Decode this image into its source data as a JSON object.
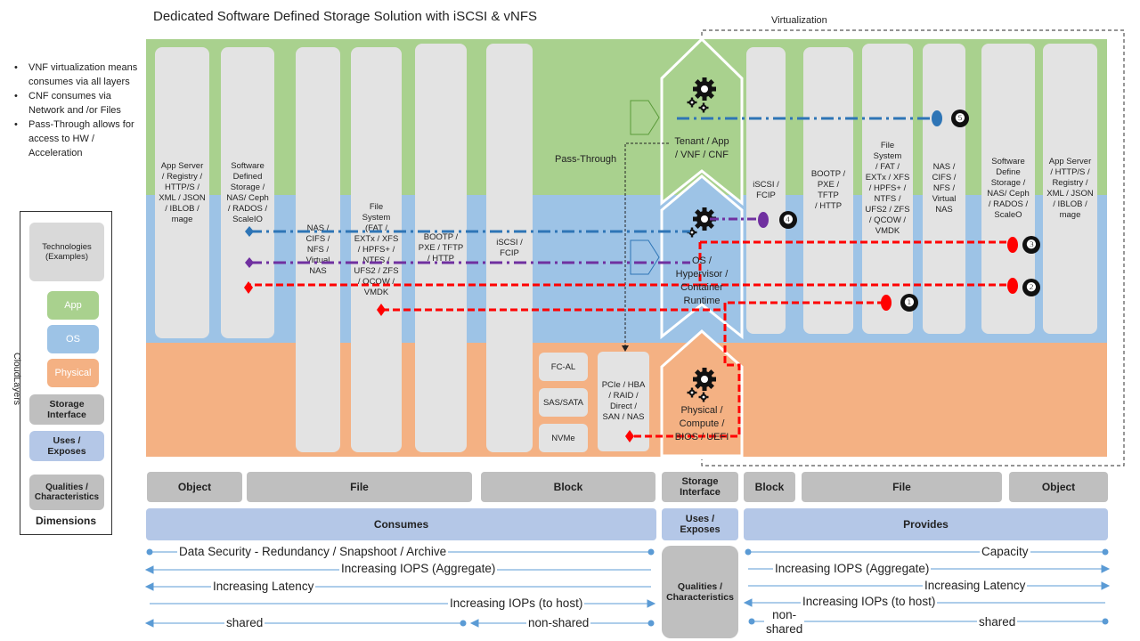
{
  "title": "Dedicated Software Defined Storage Solution with iSCSI & vNFS",
  "virtualization_label": "Virtualization",
  "pass_through_label": "Pass-Through",
  "bullets": [
    "VNF virtualization means consumes via all layers",
    "CNF consumes via Network  and /or Files",
    "Pass-Through allows for access to HW / Acceleration"
  ],
  "dimensions": {
    "technologies": "Technologies\n(Examples)",
    "cloud_layers_label": "CloudLayers",
    "app": "App",
    "os": "OS",
    "physical": "Physical",
    "storage_interface": "Storage\nInterface",
    "uses_exposes": "Uses /\nExposes",
    "qualities": "Qualities /\nCharacteristics",
    "footer": "Dimensions"
  },
  "colors": {
    "app": "#a9d18e",
    "os": "#9dc3e6",
    "physical": "#f4b183",
    "blue_line": "#2e75b6",
    "purple_line": "#7030a0",
    "red_line": "#ff0000"
  },
  "left_columns": [
    "App Server\n/ Registry /\nHTTP/S /\nXML / JSON\n/ IBLOB /\nmage",
    "Software\nDefined\nStorage /\nNAS/  Ceph\n/ RADOS /\nScaleIO",
    "NAS /\nCIFS /\nNFS /\nVirtual\nNAS",
    "File\nSystem\n(FAT /\nEXTx / XFS\n/ HPFS+ /\nNTFS /\nUFS2 / ZFS\n/ QCOW /\nVMDK",
    "BOOTP /\nPXE / TFTP\n/ HTTP",
    "iSCSI /\nFCIP"
  ],
  "small_boxes": [
    "FC-AL",
    "SAS/SATA",
    "NVMe"
  ],
  "pcie_box": "PCIe / HBA\n/ RAID /\nDirect /\nSAN / NAS",
  "center": {
    "app": "Tenant / App\n/ VNF / CNF",
    "os": "OS /\nHypervisor /\nContainer\nRuntime",
    "physical": "Physical /\nCompute /\nBIOS / UEFI"
  },
  "right_columns": [
    "iSCSI /\nFCIP",
    "BOOTP /\nPXE / TFTP\n/ HTTP",
    "File\nSystem\n/ FAT /\nEXTx / XFS\n/ HPFS+ /\nNTFS /\nUFS2 / ZFS\n/  QCOW /\nVMDK",
    "NAS /\nCIFS /\nNFS /\nVirtual\nNAS",
    "Software\nDefine\nStorage /\nNAS/  Ceph\n/ RADOS /\nScaleO",
    "App Server\n/ HTTP/S /\nRegistry /\nXML / JSON\n/ IBLOB /\nmage"
  ],
  "markers": [
    "❶",
    "❷",
    "❸",
    "❹",
    "❺"
  ],
  "storage_interface_row": {
    "left": [
      "Object",
      "File",
      "Block"
    ],
    "center": "Storage\nInterface",
    "right": [
      "Block",
      "File",
      "Object"
    ]
  },
  "uses_row": {
    "left": "Consumes",
    "center": "Uses /\nExposes",
    "right": "Provides"
  },
  "qualities_center": "Qualities /\nCharacteristics",
  "left_qualities": [
    "Data Security  - Redundancy / Snapshoot  / Archive",
    "Increasing IOPS (Aggregate)",
    "Increasing Latency",
    "Increasing IOPs (to host)",
    "shared",
    "non-shared"
  ],
  "right_qualities": [
    "Capacity",
    "Increasing IOPS (Aggregate)",
    "Increasing Latency",
    "Increasing IOPs (to host)",
    "non-\nshared",
    "shared"
  ]
}
